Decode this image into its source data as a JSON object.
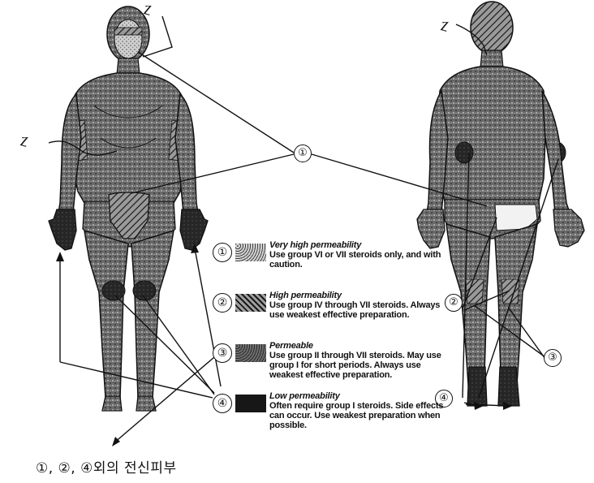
{
  "legend": [
    {
      "number": "①",
      "title": "Very high permeability",
      "text": "Use group VI or VII steroids only, and with caution."
    },
    {
      "number": "②",
      "title": "High permeability",
      "text": "Use group IV through VII steroids. Always use weakest effective preparation."
    },
    {
      "number": "③",
      "title": "Permeable",
      "text": "Use group II through VII steroids. May use group I for short periods. Always use weakest effective preparation."
    },
    {
      "number": "④",
      "title": "Low permeability",
      "text": "Often require group I steroids. Side effects can occur. Use weakest preparation when possible."
    }
  ],
  "callouts": {
    "c1": "①",
    "c2": "②",
    "c3": "③",
    "c4_front": "④",
    "c4_back": "④"
  },
  "scribbles": {
    "front_head": "ⲍ",
    "front_side": "ⲍ",
    "back_head": "ⲍ"
  },
  "caption": "①, ②, ④외의 전신피부",
  "colors": {
    "very_high": "#b9b9b9",
    "high": "#7a7a7a",
    "permeable": "#5a5a5a",
    "low": "#151515",
    "ink": "#111111"
  }
}
